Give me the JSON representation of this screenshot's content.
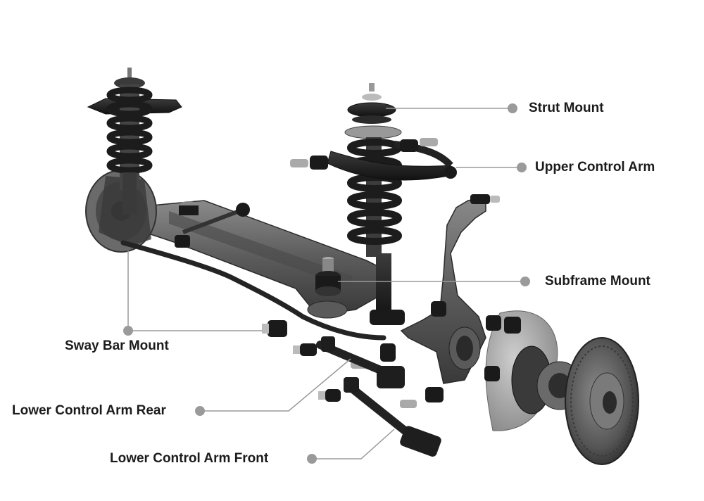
{
  "diagram": {
    "labels": {
      "strut_mount": "Strut Mount",
      "upper_control_arm": "Upper Control Arm",
      "subframe_mount": "Subframe Mount",
      "sway_bar_mount": "Sway Bar Mount",
      "lower_control_arm_rear": "Lower Control Arm Rear",
      "lower_control_arm_front": "Lower Control Arm Front"
    },
    "colors": {
      "background": "#ffffff",
      "label_text": "#1b1b1b",
      "leader_line": "#9a9a9a",
      "leader_dot": "#9a9a9a",
      "bushing": "#1a1a1a",
      "subframe": "#6b6b6b",
      "rotor": "#5a5a5a"
    }
  }
}
